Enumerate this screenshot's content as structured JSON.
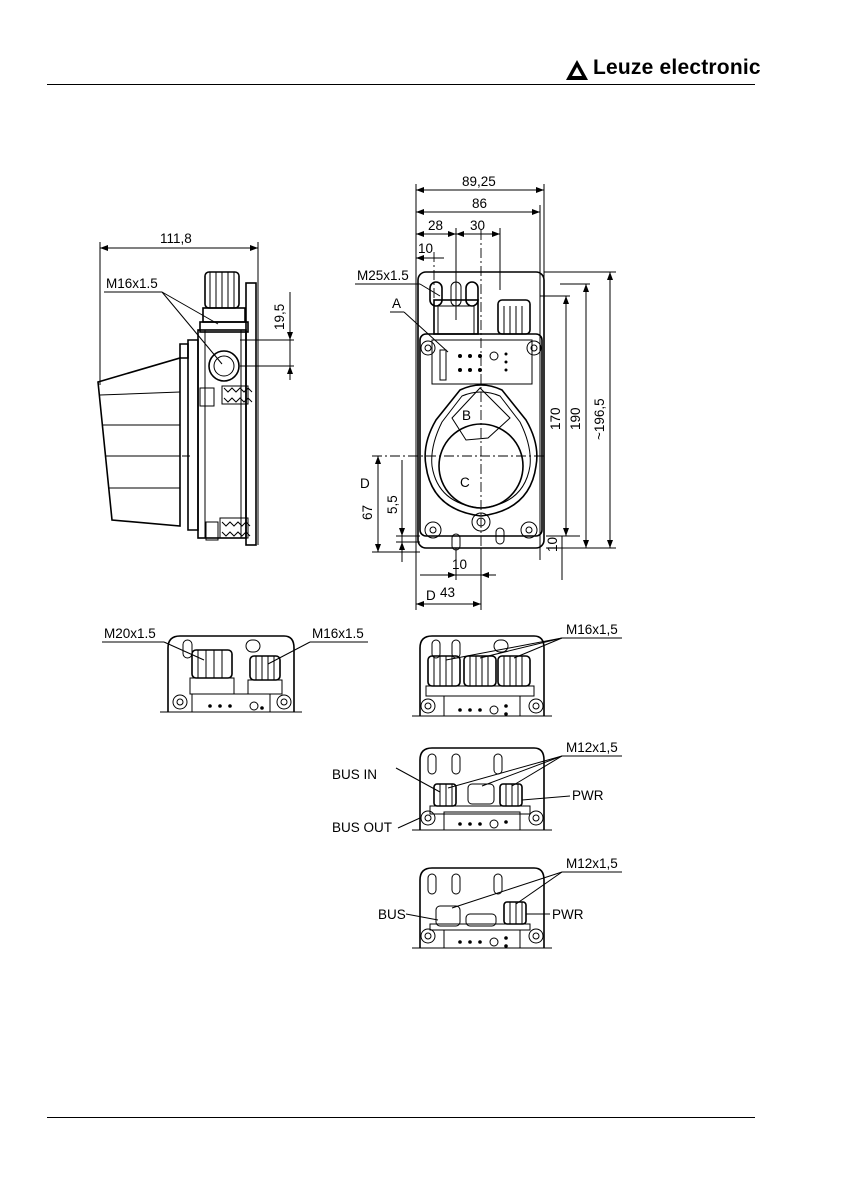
{
  "header": {
    "brand_name": "Leuze electronic"
  },
  "side_view": {
    "width_dim": "111,8",
    "offset_dim": "19,5",
    "thread_label": "M16x1.5"
  },
  "front_view": {
    "dims_top": [
      "89,25",
      "86",
      "28",
      "30",
      "10"
    ],
    "thread_label": "M25x1.5",
    "marker_a": "A",
    "marker_b": "B",
    "marker_c": "C",
    "marker_d1": "D",
    "marker_d2": "D",
    "dims_right": [
      "170",
      "190",
      "~196,5"
    ],
    "dim_bottom_right": "10",
    "dims_left": [
      "67",
      "5,5"
    ],
    "dims_bottom": [
      "10",
      "43"
    ]
  },
  "variant_1": {
    "left_thread": "M20x1.5",
    "right_thread": "M16x1.5"
  },
  "variant_2": {
    "thread": "M16x1,5"
  },
  "variant_3": {
    "bus_in": "BUS IN",
    "bus_out": "BUS OUT",
    "thread": "M12x1,5",
    "pwr": "PWR"
  },
  "variant_4": {
    "bus": "BUS",
    "thread": "M12x1,5",
    "pwr": "PWR"
  }
}
